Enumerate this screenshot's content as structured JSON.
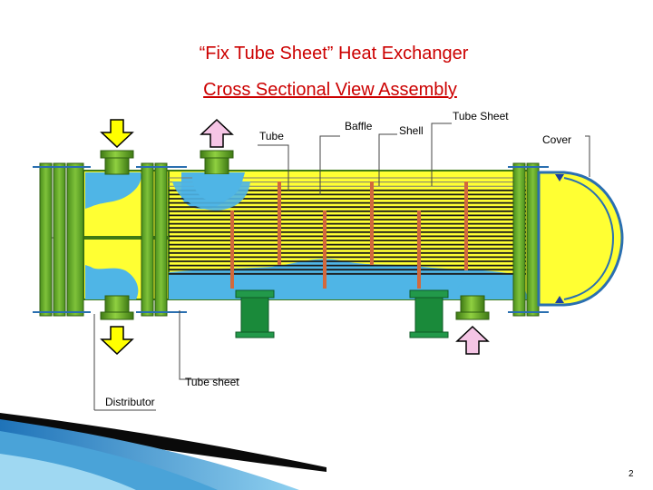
{
  "title": "“Fix Tube Sheet” Heat Exchanger",
  "subtitle": "Cross Sectional View Assembly",
  "labels": {
    "tube": "Tube",
    "baffle": "Baffle",
    "shell": "Shell",
    "tube_sheet_top": "Tube Sheet",
    "cover": "Cover",
    "tube_sheet_bottom": "Tube sheet",
    "distributor": "Distributor"
  },
  "page_number": "2",
  "colors": {
    "title": "#cc0000",
    "shell": "#ffff33",
    "body_green": "#5fa824",
    "fluid": "#4fb5e6",
    "tubes": "#1a1a1a",
    "baffles": "#d2693c",
    "inlet_arrow": "#ffff00",
    "outlet_arrow": "#f5c5e5",
    "saddle": "#1a8a3a"
  }
}
